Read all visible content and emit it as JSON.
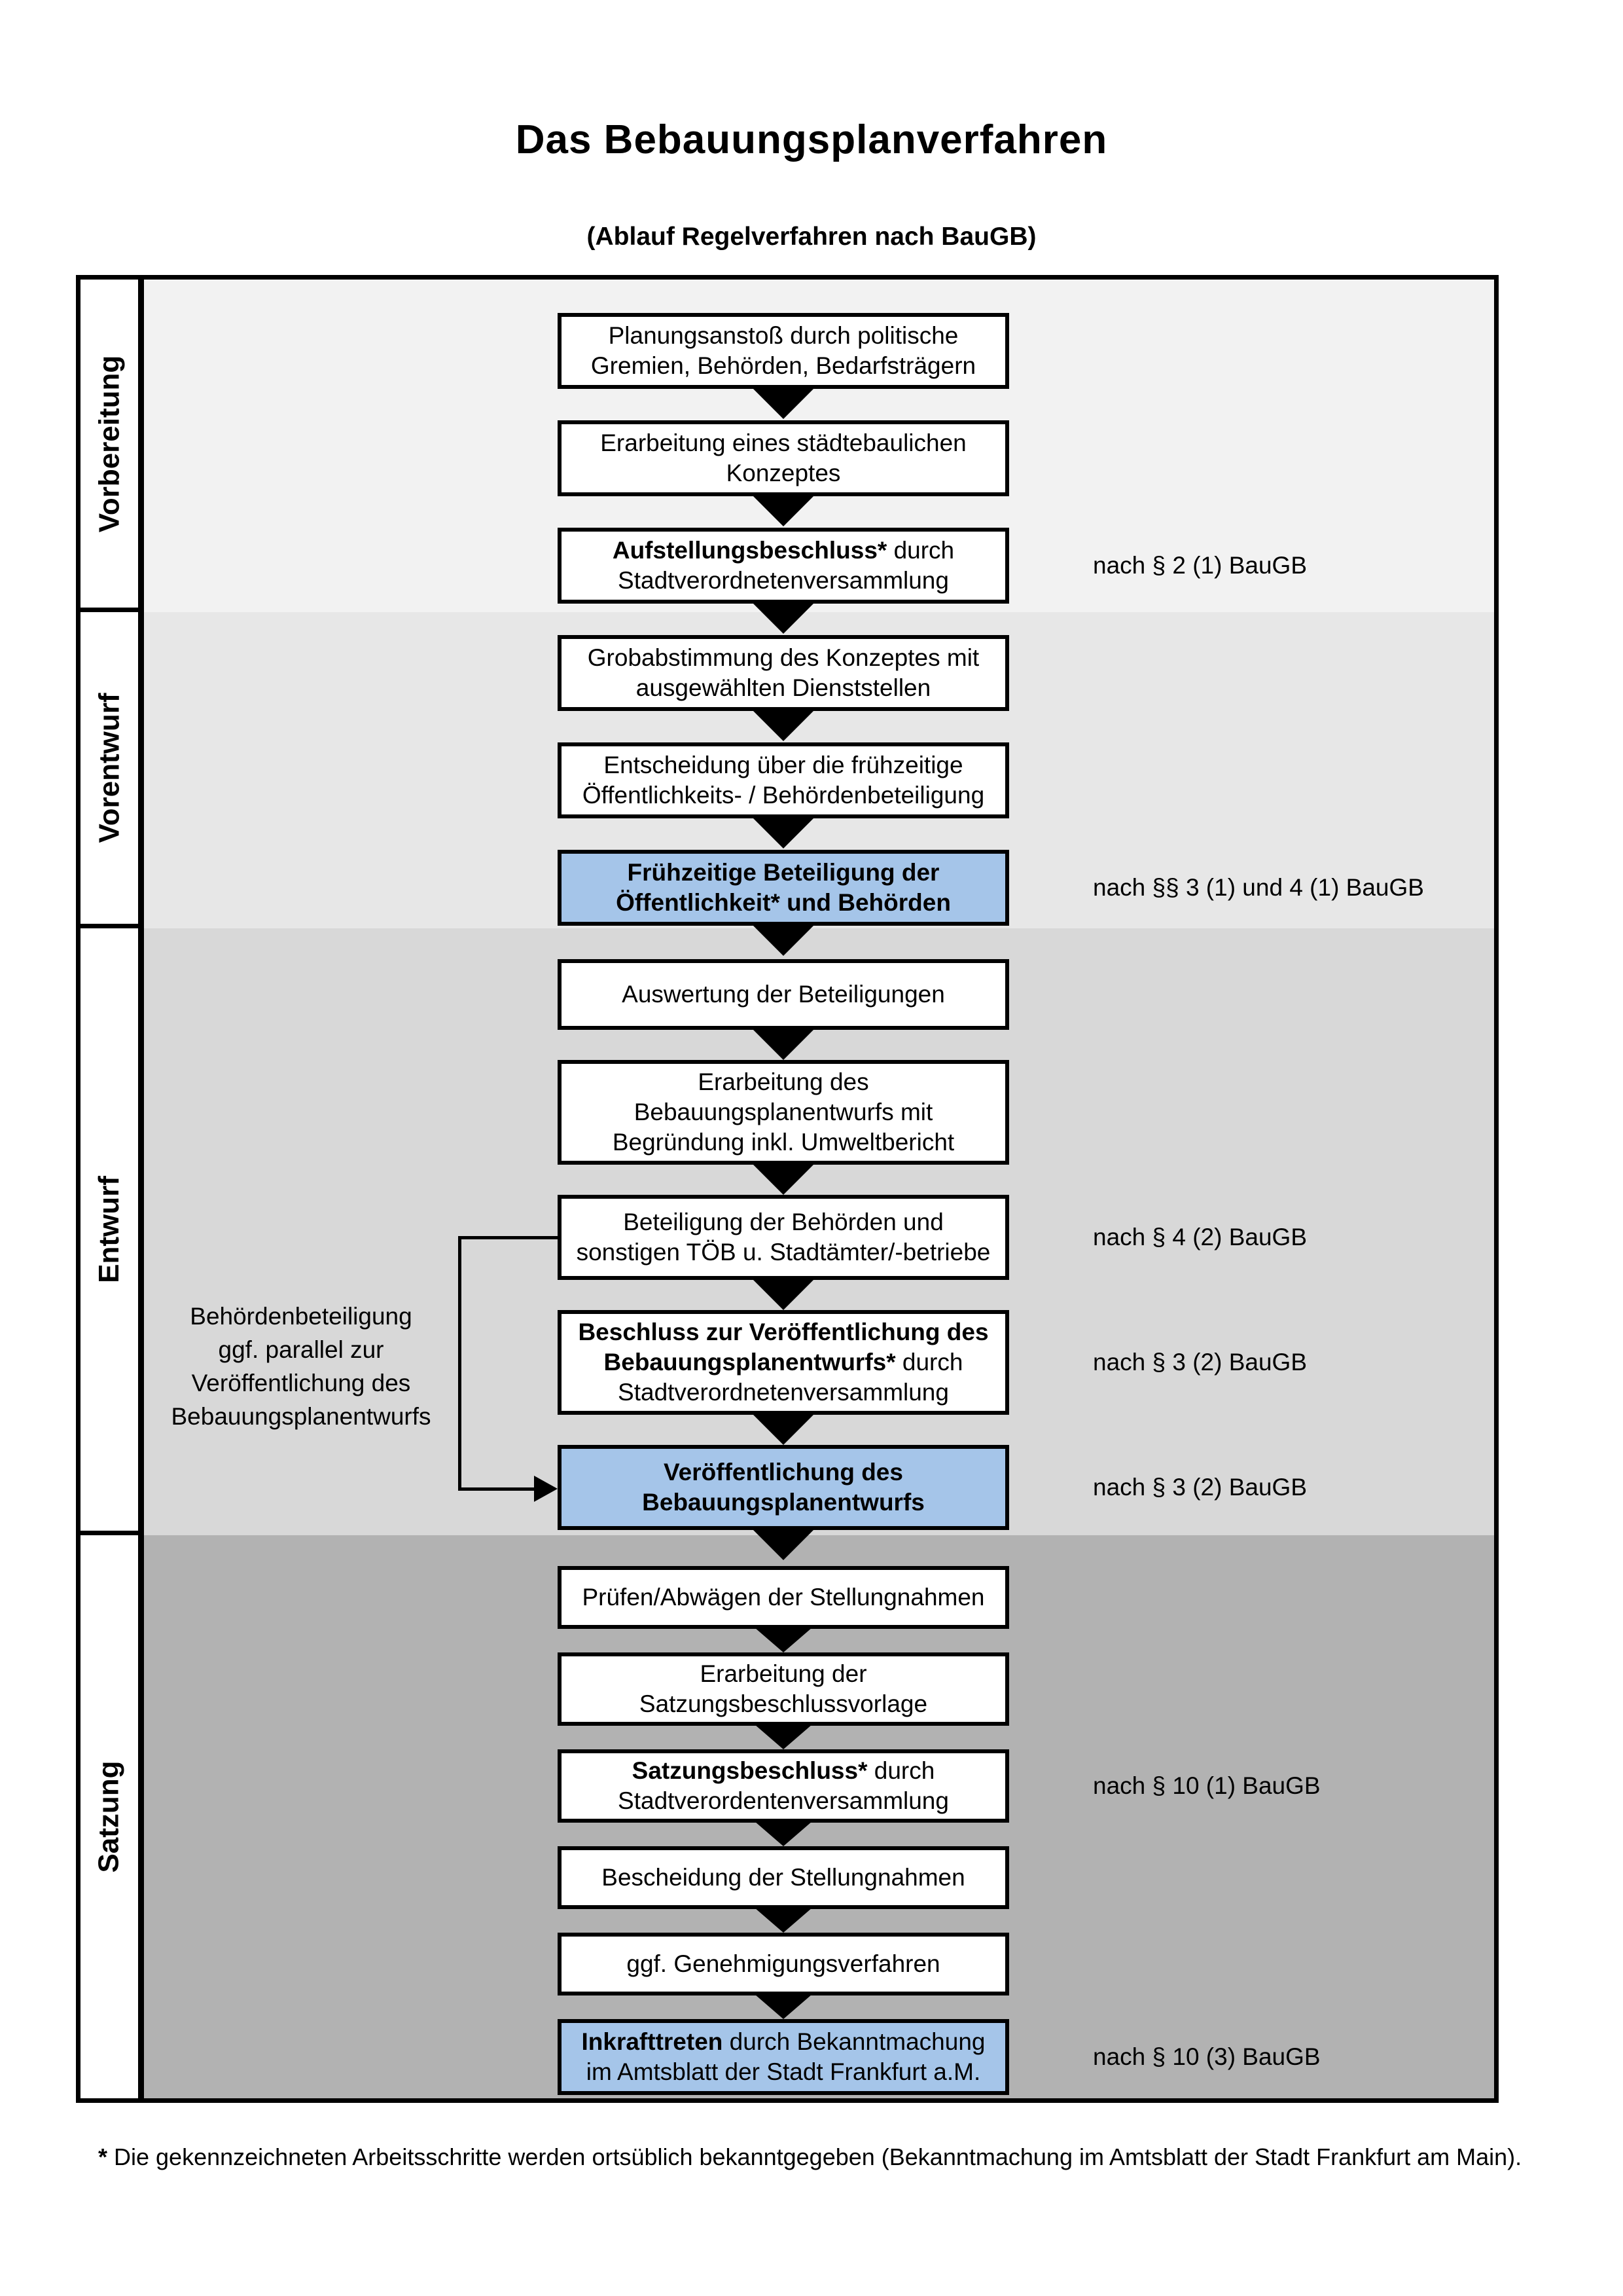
{
  "title": "Das Bebauungsplanverfahren",
  "subtitle": "(Ablauf Regelverfahren nach BauGB)",
  "colors": {
    "highlight_box": "#a5c5e9",
    "border": "#000000",
    "section_backgrounds": [
      "#f2f2f2",
      "#e7e7e7",
      "#d8d8d8",
      "#b2b2b2"
    ]
  },
  "phases": [
    {
      "label": "Vorbereitung"
    },
    {
      "label": "Vorentwurf"
    },
    {
      "label": "Entwurf"
    },
    {
      "label": "Satzung"
    }
  ],
  "boxes": [
    {
      "lines": [
        {
          "b": "",
          "r": "Planungsanstoß durch politische"
        },
        {
          "b": "",
          "r": "Gremien, Behörden, Bedarfsträgern"
        }
      ]
    },
    {
      "lines": [
        {
          "b": "",
          "r": "Erarbeitung eines städtebaulichen"
        },
        {
          "b": "",
          "r": "Konzeptes"
        }
      ]
    },
    {
      "lines": [
        {
          "b": "Aufstellungsbeschluss*",
          "r": " durch"
        },
        {
          "b": "",
          "r": "Stadtverordnetenversammlung"
        }
      ]
    },
    {
      "lines": [
        {
          "b": "",
          "r": "Grobabstimmung des Konzeptes mit"
        },
        {
          "b": "",
          "r": "ausgewählten Dienststellen"
        }
      ]
    },
    {
      "lines": [
        {
          "b": "",
          "r": "Entscheidung über die frühzeitige"
        },
        {
          "b": "",
          "r": "Öffentlichkeits- / Behördenbeteiligung"
        }
      ]
    },
    {
      "lines": [
        {
          "b": "Frühzeitige Beteiligung der",
          "r": ""
        },
        {
          "b": "Öffentlichkeit* und Behörden",
          "r": ""
        }
      ]
    },
    {
      "lines": [
        {
          "b": "",
          "r": "Auswertung der Beteiligungen"
        }
      ]
    },
    {
      "lines": [
        {
          "b": "",
          "r": "Erarbeitung des"
        },
        {
          "b": "",
          "r": "Bebauungsplanentwurfs mit"
        },
        {
          "b": "",
          "r": "Begründung inkl. Umweltbericht"
        }
      ]
    },
    {
      "lines": [
        {
          "b": "",
          "r": "Beteiligung der Behörden und"
        },
        {
          "b": "",
          "r": "sonstigen TÖB u. Stadtämter/-betriebe"
        }
      ]
    },
    {
      "lines": [
        {
          "b": "Beschluss zur Veröffentlichung des",
          "r": ""
        },
        {
          "b": "Bebauungsplanentwurfs*",
          "r": " durch"
        },
        {
          "b": "",
          "r": "Stadtverordnetenversammlung"
        }
      ]
    },
    {
      "lines": [
        {
          "b": "Veröffentlichung des",
          "r": ""
        },
        {
          "b": "Bebauungsplanentwurfs",
          "r": ""
        }
      ]
    },
    {
      "lines": [
        {
          "b": "",
          "r": "Prüfen/Abwägen der Stellungnahmen"
        }
      ]
    },
    {
      "lines": [
        {
          "b": "",
          "r": "Erarbeitung der"
        },
        {
          "b": "",
          "r": "Satzungsbeschlussvorlage"
        }
      ]
    },
    {
      "lines": [
        {
          "b": "Satzungsbeschluss*",
          "r": " durch"
        },
        {
          "b": "",
          "r": "Stadtverordentenversammlung"
        }
      ]
    },
    {
      "lines": [
        {
          "b": "",
          "r": "Bescheidung der Stellungnahmen"
        }
      ]
    },
    {
      "lines": [
        {
          "b": "",
          "r": "ggf. Genehmigungsverfahren"
        }
      ]
    },
    {
      "lines": [
        {
          "b": "Inkrafttreten",
          "r": " durch Bekanntmachung"
        },
        {
          "b": "",
          "r": "im Amtsblatt der Stadt Frankfurt a.M."
        }
      ]
    }
  ],
  "legal_refs": [
    {
      "text": "nach § 2 (1) BauGB"
    },
    {
      "text": "nach §§ 3 (1) und 4 (1) BauGB"
    },
    {
      "text": "nach § 4 (2) BauGB"
    },
    {
      "text": "nach § 3 (2) BauGB"
    },
    {
      "text": "nach § 3 (2) BauGB"
    },
    {
      "text": "nach § 10 (1) BauGB"
    },
    {
      "text": "nach § 10 (3) BauGB"
    }
  ],
  "side_note": {
    "lines": [
      "Behördenbeteiligung",
      "ggf. parallel zur",
      "Veröffentlichung des",
      "Bebauungsplanentwurfs"
    ]
  },
  "footnote": {
    "marker": "*",
    "text": " Die gekennzeichneten Arbeitsschritte werden ortsüblich bekanntgegeben (Bekanntmachung im Amtsblatt  der Stadt Frankfurt am Main)."
  }
}
